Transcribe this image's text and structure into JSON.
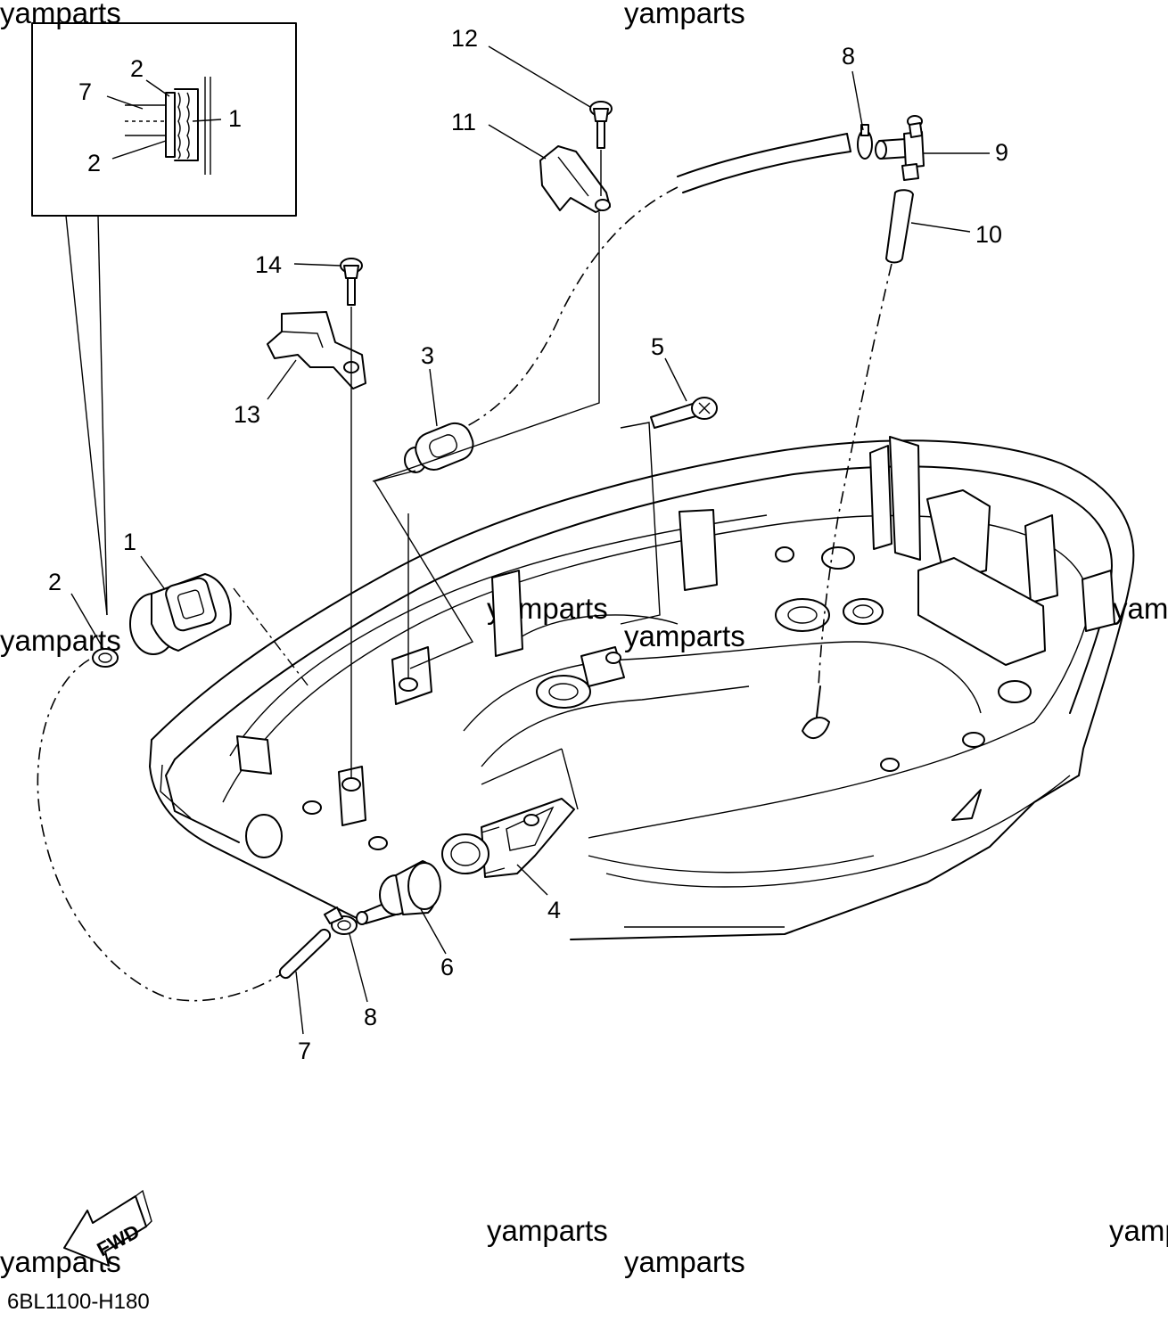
{
  "diagram_code": "6BL1100-H180",
  "watermark": "yamparts",
  "fwd_label": "FWD",
  "callouts": {
    "c1": "1",
    "c2": "2",
    "c3": "3",
    "c4": "4",
    "c5": "5",
    "c6": "6",
    "c7": "7",
    "c8": "8",
    "c9": "9",
    "c10": "10",
    "c11": "11",
    "c12": "12",
    "c13": "13",
    "c14": "14"
  },
  "inset_callouts": {
    "i1": "1",
    "i2a": "2",
    "i2b": "2",
    "i7": "7"
  }
}
